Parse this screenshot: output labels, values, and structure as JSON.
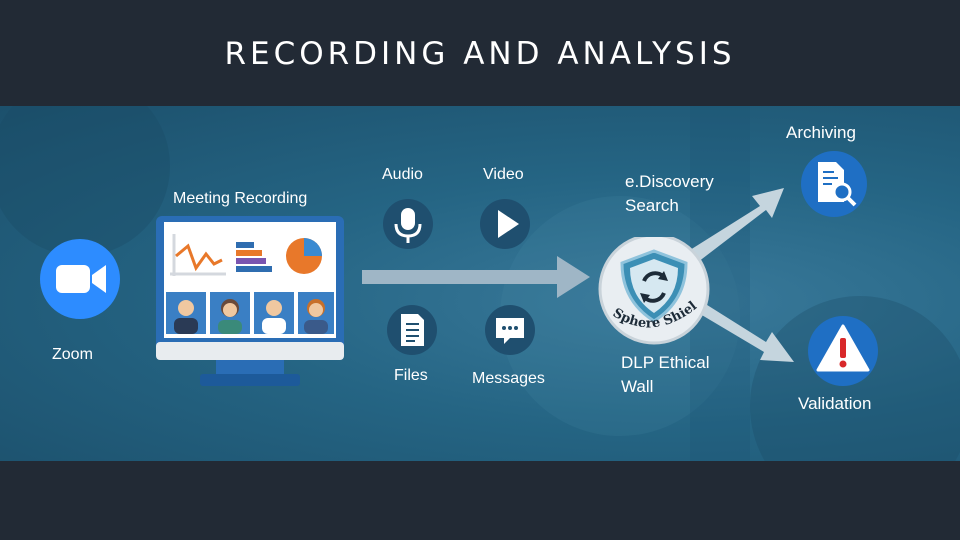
{
  "title": "RECORDING AND ANALYSIS",
  "labels": {
    "archiving": "Archiving",
    "audio": "Audio",
    "video": "Video",
    "meeting_recording": "Meeting Recording",
    "ediscovery": "e.Discovery\nSearch",
    "zoom": "Zoom",
    "files": "Files",
    "messages": "Messages",
    "dlp": "DLP Ethical\nWall",
    "validation": "Validation"
  },
  "logo_text": "Sphere Shield",
  "colors": {
    "header_bg": "#222a35",
    "band_bg": "#256584",
    "icon_circle": "#1f4f6f",
    "zoom_blue": "#2d8cff",
    "archive_blue": "#1f6fc4",
    "alert_red": "#d8282a"
  },
  "icons": [
    "zoom-camera-icon",
    "monitor-icon",
    "microphone-icon",
    "play-icon",
    "document-icon",
    "chat-icon",
    "sphere-shield-logo",
    "document-search-icon",
    "alert-icon"
  ]
}
